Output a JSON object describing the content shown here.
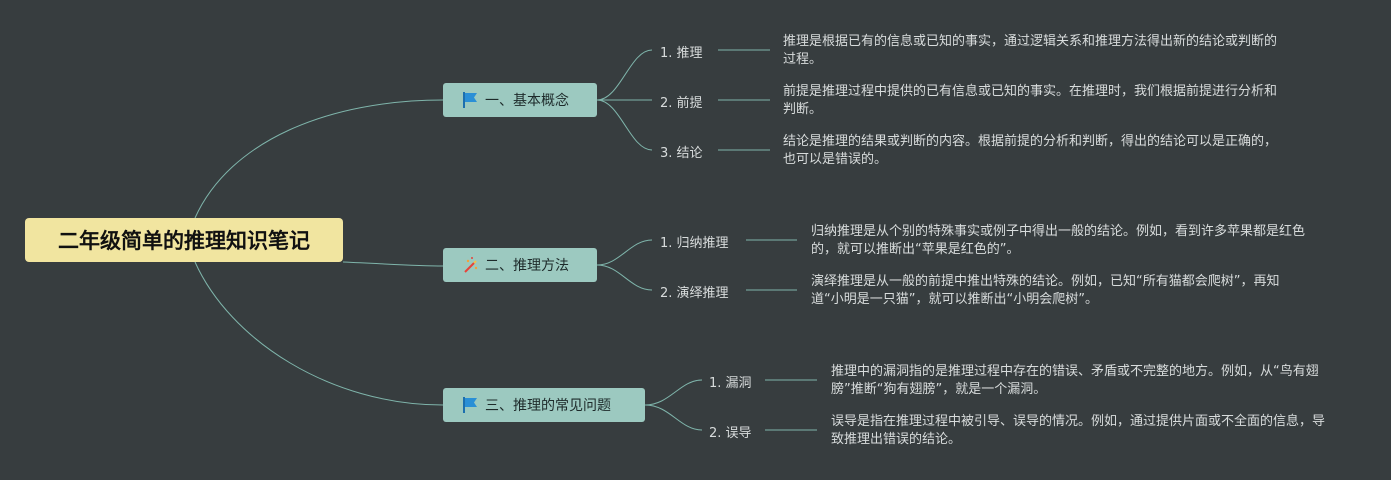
{
  "title": "二年级简单的推理知识笔记",
  "branches": [
    {
      "label": "一、基本概念",
      "icon": "flag-icon",
      "items": [
        {
          "label": "1. 推理",
          "desc": "推理是根据已有的信息或已知的事实，通过逻辑关系和推理方法得出新的结论或判断的过程。"
        },
        {
          "label": "2. 前提",
          "desc": "前提是推理过程中提供的已有信息或已知的事实。在推理时，我们根据前提进行分析和判断。"
        },
        {
          "label": "3. 结论",
          "desc": "结论是推理的结果或判断的内容。根据前提的分析和判断，得出的结论可以是正确的，也可以是错误的。"
        }
      ]
    },
    {
      "label": "二、推理方法",
      "icon": "magic-wand-icon",
      "items": [
        {
          "label": "1. 归纳推理",
          "desc": "归纳推理是从个别的特殊事实或例子中得出一般的结论。例如，看到许多苹果都是红色的，就可以推断出“苹果是红色的”。"
        },
        {
          "label": "2. 演绎推理",
          "desc": "演绎推理是从一般的前提中推出特殊的结论。例如，已知“所有猫都会爬树”，再知道“小明是一只猫”，就可以推断出“小明会爬树”。"
        }
      ]
    },
    {
      "label": "三、推理的常见问题",
      "icon": "flag-icon",
      "items": [
        {
          "label": "1. 漏洞",
          "desc": "推理中的漏洞指的是推理过程中存在的错误、矛盾或不完整的地方。例如，从“鸟有翅膀”推断“狗有翅膀”，就是一个漏洞。"
        },
        {
          "label": "2. 误导",
          "desc": "误导是指在推理过程中被引导、误导的情况。例如，通过提供片面或不全面的信息，导致推理出错误的结论。"
        }
      ]
    }
  ],
  "colors": {
    "background": "#373d3f",
    "root": "#f1e5a0",
    "branch": "#9cc9c0",
    "line": "#7fb5ab",
    "flag": "#2a8fd6"
  }
}
